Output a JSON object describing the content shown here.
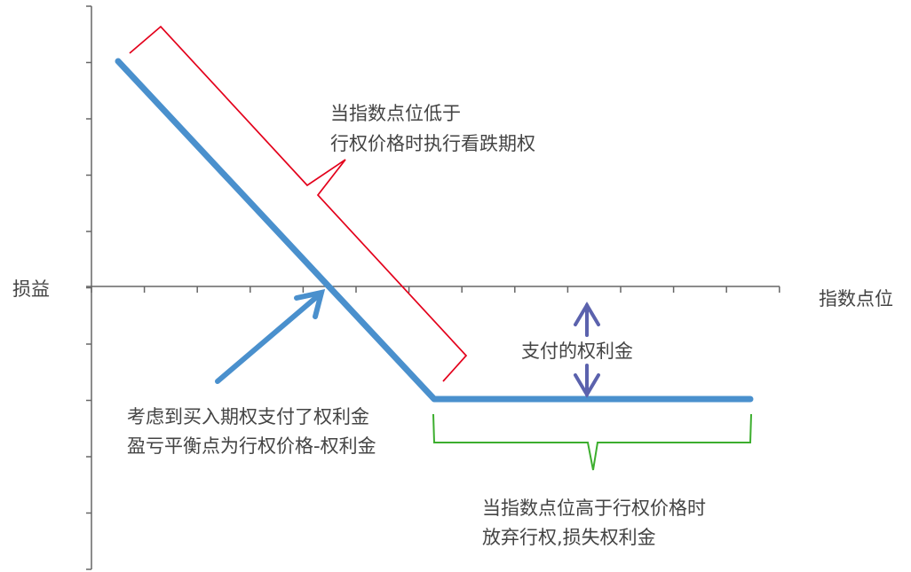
{
  "axes": {
    "y_label": "损益",
    "x_label": "指数点位"
  },
  "annotations": {
    "exercise_note": [
      "当指数点位低于",
      "行权价格时执行看跌期权"
    ],
    "premium_label": "支付的权利金",
    "breakeven_note": [
      "考虑到买入期权支付了权利金",
      "盈亏平衡点为行权价格-权利金"
    ],
    "abandon_note": [
      "当指数点位高于行权价格时",
      "放弃行权,损失权利金"
    ]
  },
  "colors": {
    "payoff_line": "#4a90cd",
    "exercise_bracket": "#e3001b",
    "abandon_bracket": "#3cae2e",
    "premium_arrow": "#5b62ad",
    "axis": "#666666",
    "text": "#444444"
  }
}
